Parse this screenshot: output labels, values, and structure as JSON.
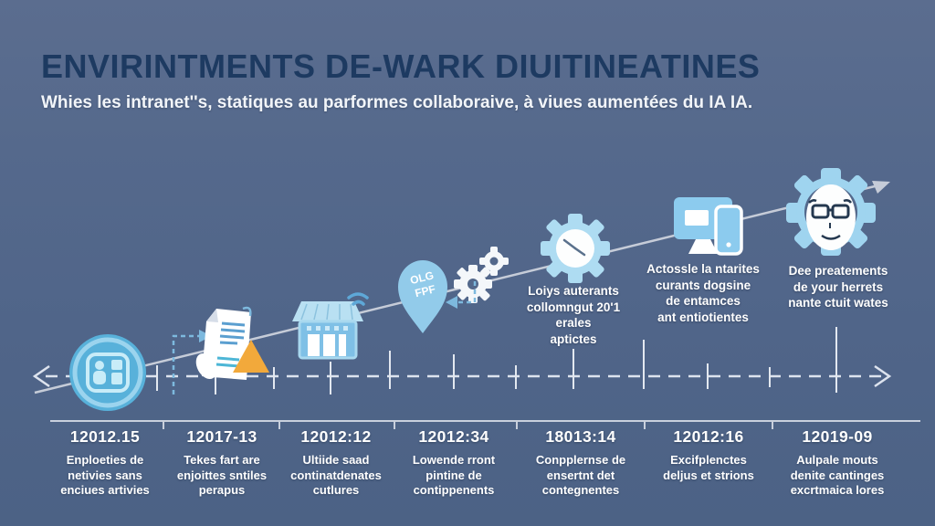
{
  "header": {
    "title": "ENVIRINTMENTS DE-WARK DIUITINEATINES",
    "subtitle": "Whies les intranet''s, statiques au parformes collaboraive, à viues aumentées du IA IA."
  },
  "pin_label": "OLG\nFPF",
  "milestones": [
    {
      "icon": "users-circle-icon",
      "date": "12012.15",
      "description": "Enploeties de\nnetivies sans\nenciues artivies",
      "caption": ""
    },
    {
      "icon": "document-warning-icon",
      "date": "12017-13",
      "description": "Tekes fart are\nenjoittes sntiles\nperapus",
      "caption": ""
    },
    {
      "icon": "store-wifi-icon",
      "date": "12012:12",
      "description": "Ultiide saad\ncontinatdenates\ncutlures",
      "caption": ""
    },
    {
      "icon": "location-pin-icon",
      "date": "12012:34",
      "description": "Lowende rront\npintine de\ncontippenents",
      "caption": ""
    },
    {
      "icon": "gear-clock-icon",
      "date": "18013:14",
      "description": "Conpplernse de\nensertnt det\ncontegnentes",
      "caption": "Loiys auterants\ncollomngut 20'1\nerales\naptictes"
    },
    {
      "icon": "devices-icon",
      "date": "12012:16",
      "description": "Excifplenctes\ndeljus et strions",
      "caption": "Actossle la ntarites\ncurants dogsine\nde entamces\nant entiotientes"
    },
    {
      "icon": "person-gear-icon",
      "date": "12019-09",
      "description": "Aulpale mouts\ndenite cantinges\nexcrtmaica lores",
      "caption": "Dee preatements\nde your herrets\nnante ctuit wates"
    }
  ],
  "colors": {
    "background": "#506589",
    "title": "#1d3a61",
    "text": "#ffffff",
    "icon_blue": "#8ecbec",
    "icon_blue_light": "#bfe6f8",
    "warning_orange": "#f2a93b",
    "line_gray": "#c6ccd8",
    "axis_white": "#dde3ee"
  }
}
